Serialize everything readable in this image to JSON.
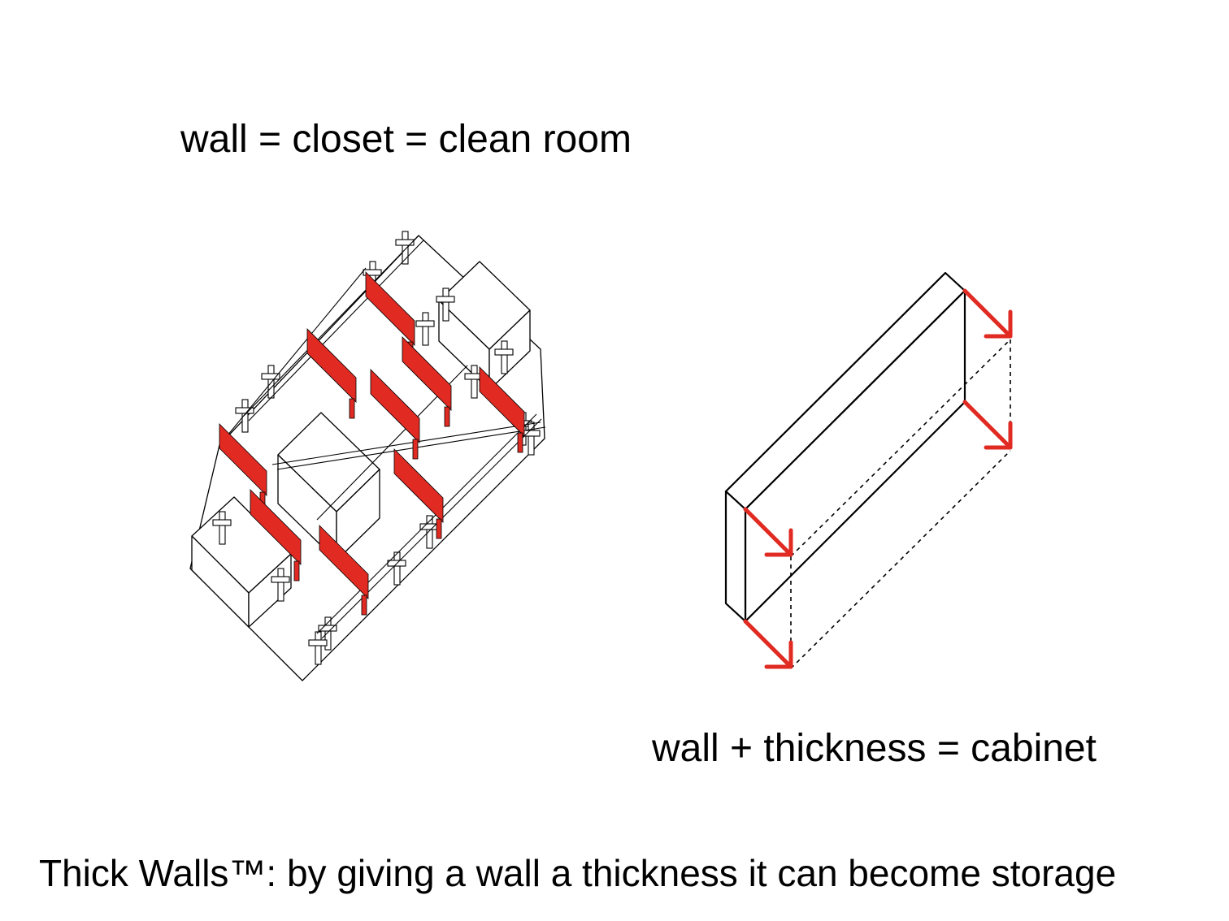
{
  "captions": {
    "top": "wall  = closet = clean room",
    "right": "wall  + thickness = cabinet",
    "bottom": "Thick Walls™: by giving a wall a thickness it can become storage"
  },
  "colors": {
    "accent_red": "#e02a22",
    "line": "#000000",
    "fill": "#ffffff"
  }
}
